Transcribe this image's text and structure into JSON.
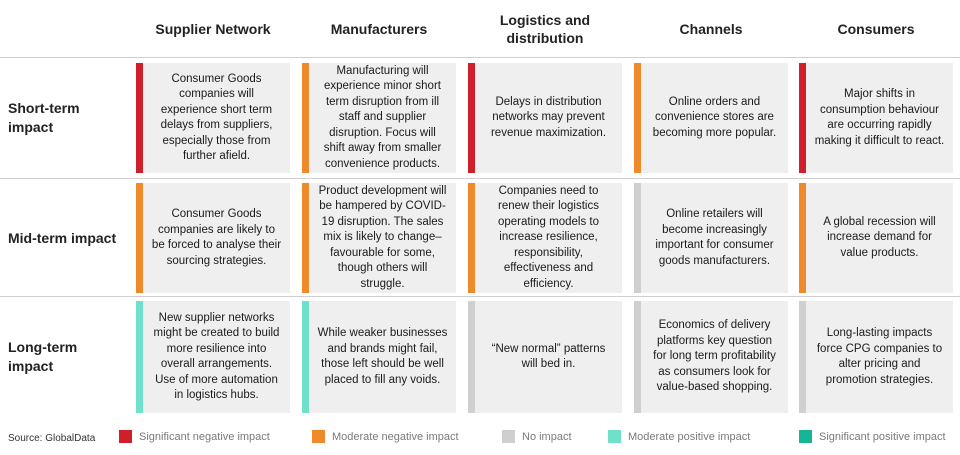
{
  "colors": {
    "significant_negative": "#cf1f2a",
    "moderate_negative": "#ee8a2a",
    "no_impact": "#cfcfcf",
    "moderate_positive": "#6fe0c9",
    "significant_positive": "#17b595"
  },
  "columns": [
    "Supplier Network",
    "Manufacturers",
    "Logistics and distribution",
    "Channels",
    "Consumers"
  ],
  "rows": [
    {
      "label": "Short-term impact",
      "cells": [
        {
          "impact": "significant_negative",
          "text": "Consumer Goods companies will experience short term delays from suppliers, especially those from further afield."
        },
        {
          "impact": "moderate_negative",
          "text": "Manufacturing will experience minor short term disruption from ill staff and supplier disruption. Focus will shift away from smaller convenience products."
        },
        {
          "impact": "significant_negative",
          "text": "Delays in distribution networks may prevent revenue maximization."
        },
        {
          "impact": "moderate_negative",
          "text": "Online orders and convenience stores are becoming more popular."
        },
        {
          "impact": "significant_negative",
          "text": "Major shifts in consumption behaviour are occurring rapidly making it difficult to react."
        }
      ]
    },
    {
      "label": "Mid-term impact",
      "cells": [
        {
          "impact": "moderate_negative",
          "text": "Consumer Goods companies are likely to be forced to analyse their sourcing strategies."
        },
        {
          "impact": "moderate_negative",
          "text": "Product development will be hampered by COVID-19 disruption. The sales mix is likely to change– favourable for some, though others will struggle."
        },
        {
          "impact": "moderate_negative",
          "text": "Companies need to renew their  logistics operating models to increase resilience, responsibility, effectiveness and efficiency."
        },
        {
          "impact": "no_impact",
          "text": "Online retailers will become increasingly important for consumer goods manufacturers."
        },
        {
          "impact": "moderate_negative",
          "text": "A global recession will increase demand for value products."
        }
      ]
    },
    {
      "label": "Long-term impact",
      "cells": [
        {
          "impact": "moderate_positive",
          "text": "New supplier networks might be created to build more resilience into overall arrangements. Use of more automation in logistics hubs."
        },
        {
          "impact": "moderate_positive",
          "text": "While weaker businesses and brands might fail, those left should be well placed to fill any voids."
        },
        {
          "impact": "no_impact",
          "text": "“New normal” patterns will bed in."
        },
        {
          "impact": "no_impact",
          "text": "Economics of delivery platforms key question for long term profitability as consumers look for value-based shopping."
        },
        {
          "impact": "no_impact",
          "text": "Long-lasting impacts force CPG companies to alter pricing and promotion strategies."
        }
      ]
    }
  ],
  "source": "Source: GlobalData",
  "legend": [
    {
      "impact": "significant_negative",
      "label": "Significant negative impact"
    },
    {
      "impact": "moderate_negative",
      "label": "Moderate negative impact"
    },
    {
      "impact": "no_impact",
      "label": "No impact"
    },
    {
      "impact": "moderate_positive",
      "label": "Moderate positive impact"
    },
    {
      "impact": "significant_positive",
      "label": "Significant positive impact"
    }
  ]
}
